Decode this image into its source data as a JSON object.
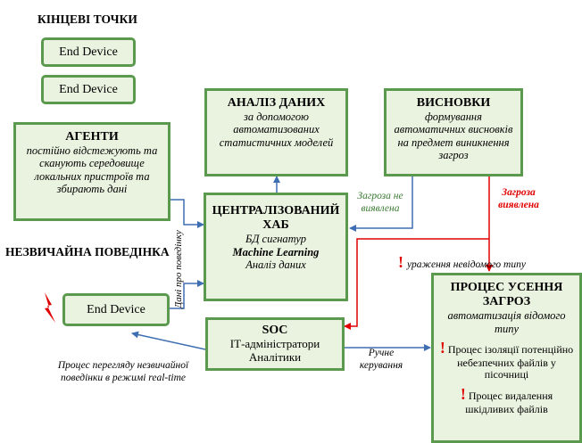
{
  "endpoints": {
    "heading": "КІНЦЕВІ ТОЧКИ",
    "device1": "End Device",
    "device2": "End Device"
  },
  "agents": {
    "title": "АГЕНТИ",
    "desc": "постійно відстежують та сканують середовище локальних пристроїв та збирають дані"
  },
  "analysis": {
    "title": "АНАЛІЗ ДАНИХ",
    "desc": "за допомогою автоматизованих статистичних моделей"
  },
  "conclusions": {
    "title": "ВИСНОВКИ",
    "desc": "формування автоматичних висновків на предмет виникнення загроз"
  },
  "hub": {
    "title": "ЦЕНТРАЛІЗОВАНИЙ ХАБ",
    "line1": "БД сигнатур",
    "line2": "Machine Learning",
    "line3": "Аналіз даних"
  },
  "unusual": {
    "heading": "НЕЗВИЧАЙНА ПОВЕДІНКА",
    "device": "End Device",
    "behavior_label": "Дані про поведінку"
  },
  "soc": {
    "title": "SOC",
    "line1": "ІТ-адміністратори",
    "line2": "Аналітики"
  },
  "mitigation": {
    "title": "ПРОЦЕС УСЕННЯ ЗАГРОЗ",
    "subtitle": "автоматизація відомого типу",
    "mark1": "!",
    "item1": "Процес ізоляції потенційно небезпечних файлів у пісочниці",
    "mark2": "!",
    "item2": "Процес видалення шкідливих файлів"
  },
  "labels": {
    "threat_not_detected": "Загроза не виявлена",
    "threat_detected": "Загроза виявлена",
    "unknown_mark": "!",
    "unknown_type": "ураження невідомого типу",
    "manual_control": "Ручне керування",
    "review_process": "Процес перегляду незвичайної поведінки в режимі real-time"
  },
  "colors": {
    "box_fill": "#eaf3e0",
    "box_border": "#5b9a4e",
    "arrow_blue": "#3f6fb3",
    "arrow_red": "#e00000",
    "text_green": "#3a7a32"
  }
}
